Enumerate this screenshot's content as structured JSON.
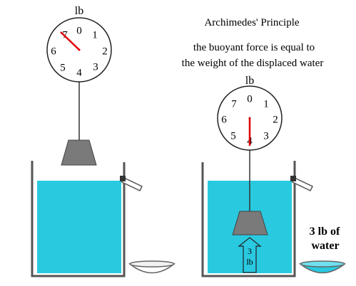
{
  "title": "Archimedes' Principle",
  "subtitle_line1": "the buoyant force is equal to",
  "subtitle_line2": "the weight of the displaced water",
  "left_scale": {
    "unit": "lb",
    "numbers": [
      "0",
      "1",
      "2",
      "3",
      "4",
      "5",
      "6",
      "7"
    ],
    "reading_lb": 7
  },
  "right_scale": {
    "unit": "lb",
    "numbers": [
      "0",
      "1",
      "2",
      "3",
      "4",
      "5",
      "6",
      "7"
    ],
    "reading_lb": 4
  },
  "buoyant_arrow": {
    "value": "3",
    "unit": "lb"
  },
  "overflow_label": {
    "line1": "3 lb of",
    "line2": "water"
  },
  "colors": {
    "water": "#29c9e0",
    "weight": "#7a7a7a",
    "needle": "#e00000",
    "tank_wall": "#555555"
  }
}
